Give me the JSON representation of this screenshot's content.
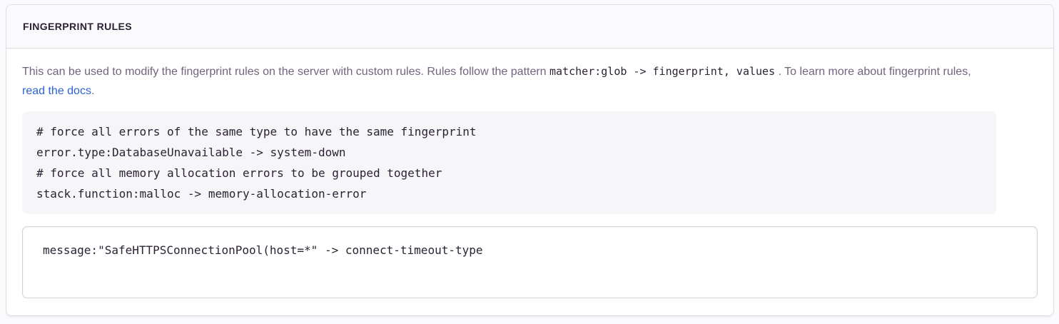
{
  "panel": {
    "header_title": "FINGERPRINT RULES",
    "description": {
      "text_before": "This can be used to modify the fingerprint rules on the server with custom rules. Rules follow the pattern",
      "inline_code": "matcher:glob -> fingerprint, values",
      "text_after": ". To learn more about fingerprint rules,",
      "link_text": "read the docs",
      "text_end": "."
    },
    "example_code": "# force all errors of the same type to have the same fingerprint\nerror.type:DatabaseUnavailable -> system-down\n# force all memory allocation errors to be grouped together\nstack.function:malloc -> memory-allocation-error",
    "textarea_value": "message:\"SafeHTTPSConnectionPool(host=*\" -> connect-timeout-type"
  },
  "colors": {
    "page_background": "#faf9fb",
    "panel_background": "#ffffff",
    "panel_border": "#e0dce5",
    "header_background": "#faf9fb",
    "heading_text": "#2b2233",
    "body_text": "#71637e",
    "code_text": "#2b2233",
    "code_block_background": "#f6f6f8",
    "link": "#2e62d4",
    "textarea_border": "#d4cfdc"
  }
}
